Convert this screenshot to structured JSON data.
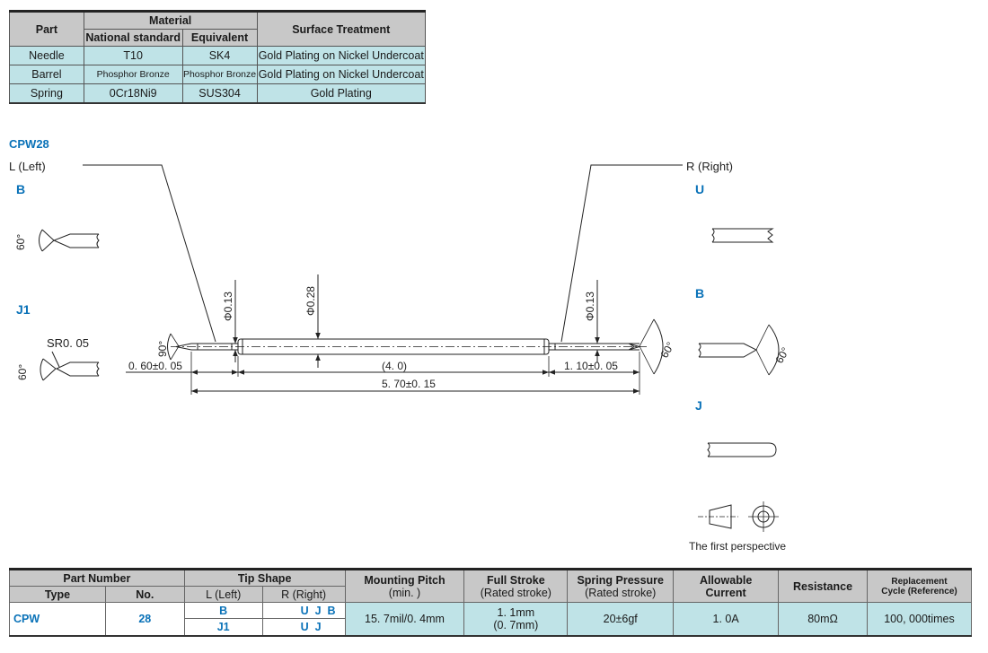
{
  "material_table": {
    "h_part": "Part",
    "h_material": "Material",
    "h_national": "National standard",
    "h_equivalent": "Equivalent",
    "h_surface": "Surface Treatment",
    "rows": [
      {
        "part": "Needle",
        "national": "T10",
        "equivalent": "SK4",
        "surface": "Gold Plating on Nickel Undercoat"
      },
      {
        "part": "Barrel",
        "national": "Phosphor Bronze",
        "equivalent": "Phosphor Bronze",
        "surface": "Gold Plating on Nickel Undercoat"
      },
      {
        "part": "Spring",
        "national": "0Cr18Ni9",
        "equivalent": "SUS304",
        "surface": "Gold Plating"
      }
    ]
  },
  "drawing": {
    "model": "CPW28",
    "left_label": "L (Left)",
    "right_label": "R (Right)",
    "left_tips": [
      {
        "code": "B",
        "angle": "60°"
      },
      {
        "code": "J1",
        "angle": "60°",
        "radius": "SR0. 05"
      }
    ],
    "right_tips": [
      {
        "code": "U"
      },
      {
        "code": "B",
        "angle": "60°"
      },
      {
        "code": "J"
      }
    ],
    "dims": {
      "left_dia": "Φ0.13",
      "barrel_dia": "Φ0.28",
      "right_dia": "Φ0.13",
      "left_angle": "90°",
      "right_angle": "60°",
      "left_len": "0. 60±0. 05",
      "barrel_len": "(4. 0)",
      "right_len": "1. 10±0. 05",
      "total_len": "5. 70±0. 15"
    },
    "projection_caption": "The first perspective"
  },
  "spec_table": {
    "h_part_number": "Part Number",
    "h_type": "Type",
    "h_no": "No.",
    "h_tip_shape": "Tip Shape",
    "h_left": "L (Left)",
    "h_right": "R (Right)",
    "h_pitch": "Mounting Pitch",
    "h_pitch2": "(min. )",
    "h_stroke": "Full Stroke",
    "h_stroke2": "(Rated stroke)",
    "h_pressure": "Spring Pressure",
    "h_pressure2": "(Rated stroke)",
    "h_current": "Allowable",
    "h_current2": "Current",
    "h_resistance": "Resistance",
    "h_cycle": "Replacement",
    "h_cycle2": "Cycle (Reference)",
    "type": "CPW",
    "no": "28",
    "left_tips": [
      "B",
      "J1"
    ],
    "right_tips_1": "U  J  B",
    "right_tips_2": "U  J",
    "pitch": "15. 7mil/0. 4mm",
    "stroke": "1. 1mm",
    "stroke_rated": "(0. 7mm)",
    "pressure": "20±6gf",
    "current": "1. 0A",
    "resistance": "80mΩ",
    "cycle": "100, 000times"
  }
}
